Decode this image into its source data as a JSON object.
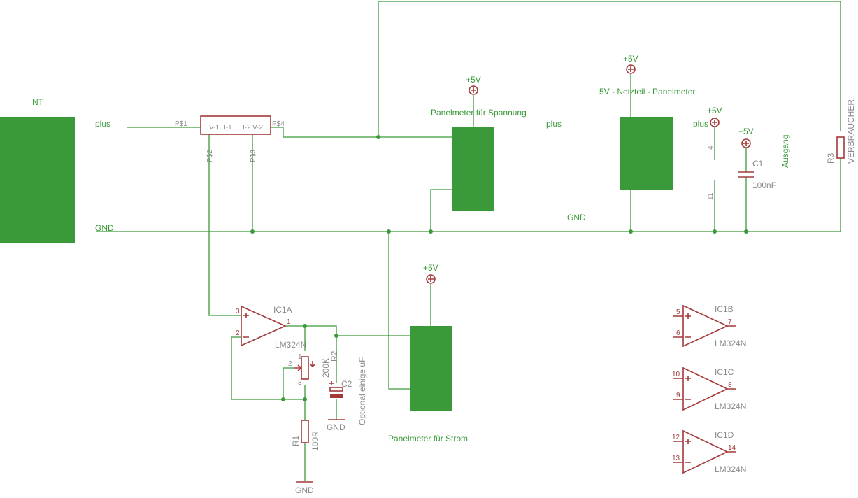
{
  "blocks": {
    "nt": "NT",
    "panel_voltage": "Panelmeter für  Spannung",
    "panel_current": "Panelmeter für Strom",
    "psu_title": "5V - Netzteil - Panelmeter"
  },
  "nets": {
    "plus": "plus",
    "gnd": "GND",
    "p5v": "+5V",
    "ausgang": "Ausgang"
  },
  "shunt": {
    "pins": [
      "P$1",
      "P$2",
      "P$3",
      "P$4"
    ],
    "pin_labels": [
      "V-1",
      "V-2",
      "I-1",
      "I-2"
    ]
  },
  "opamps": [
    {
      "name": "IC1A",
      "value": "LM324N",
      "pins": [
        "3",
        "2",
        "1"
      ]
    },
    {
      "name": "IC1B",
      "value": "LM324N",
      "pins": [
        "5",
        "6",
        "7"
      ]
    },
    {
      "name": "IC1C",
      "value": "LM324N",
      "pins": [
        "10",
        "9",
        "8"
      ]
    },
    {
      "name": "IC1D",
      "value": "LM324N",
      "pins": [
        "12",
        "13",
        "14"
      ]
    }
  ],
  "supply_pins": [
    "4",
    "11"
  ],
  "components": {
    "r1": {
      "name": "R1",
      "value": "100R"
    },
    "r2": {
      "name": "R2",
      "value": "200K",
      "pins": [
        "1",
        "2",
        "3"
      ]
    },
    "r3": {
      "name": "R3",
      "value": "VERBRAUCHER"
    },
    "c1": {
      "name": "C1",
      "value": "100nF"
    },
    "c2": {
      "name": "C2",
      "note": "Optional einige uF"
    }
  }
}
